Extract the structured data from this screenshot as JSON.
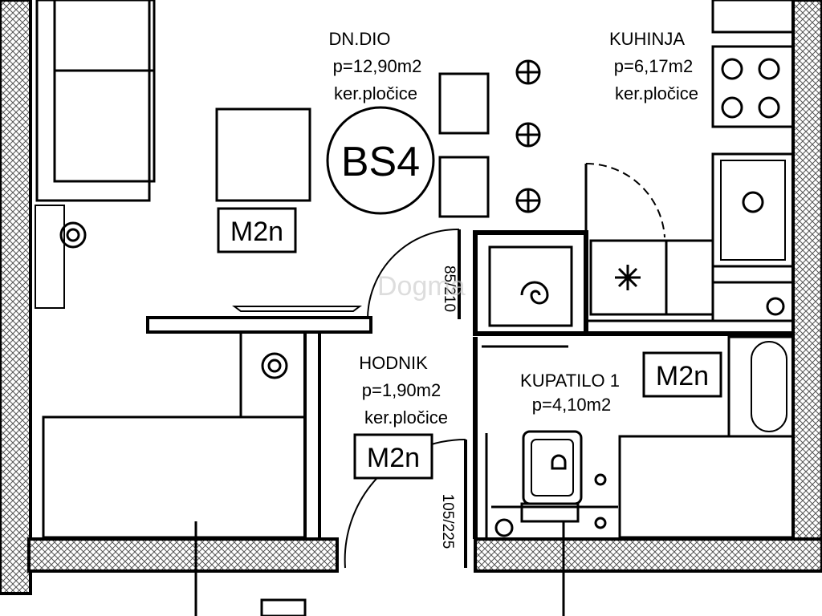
{
  "unit_label": "BS4",
  "rooms": {
    "living": {
      "name": "DN.DIO",
      "area": "p=12,90m2",
      "floor": "ker.pločice"
    },
    "kitchen": {
      "name": "KUHINJA",
      "area": "p=6,17m2",
      "floor": "ker.pločice"
    },
    "hall": {
      "name": "HODNIK",
      "area": "p=1,90m2",
      "floor": "ker.pločice"
    },
    "bath": {
      "name": "KUPATILO 1",
      "area": "p=4,10m2"
    }
  },
  "tags": {
    "living": "M2n",
    "hall": "M2n",
    "bath": "M2n"
  },
  "doors": {
    "entry": "85/210",
    "bath": "105/225"
  },
  "watermark": "Dogma"
}
